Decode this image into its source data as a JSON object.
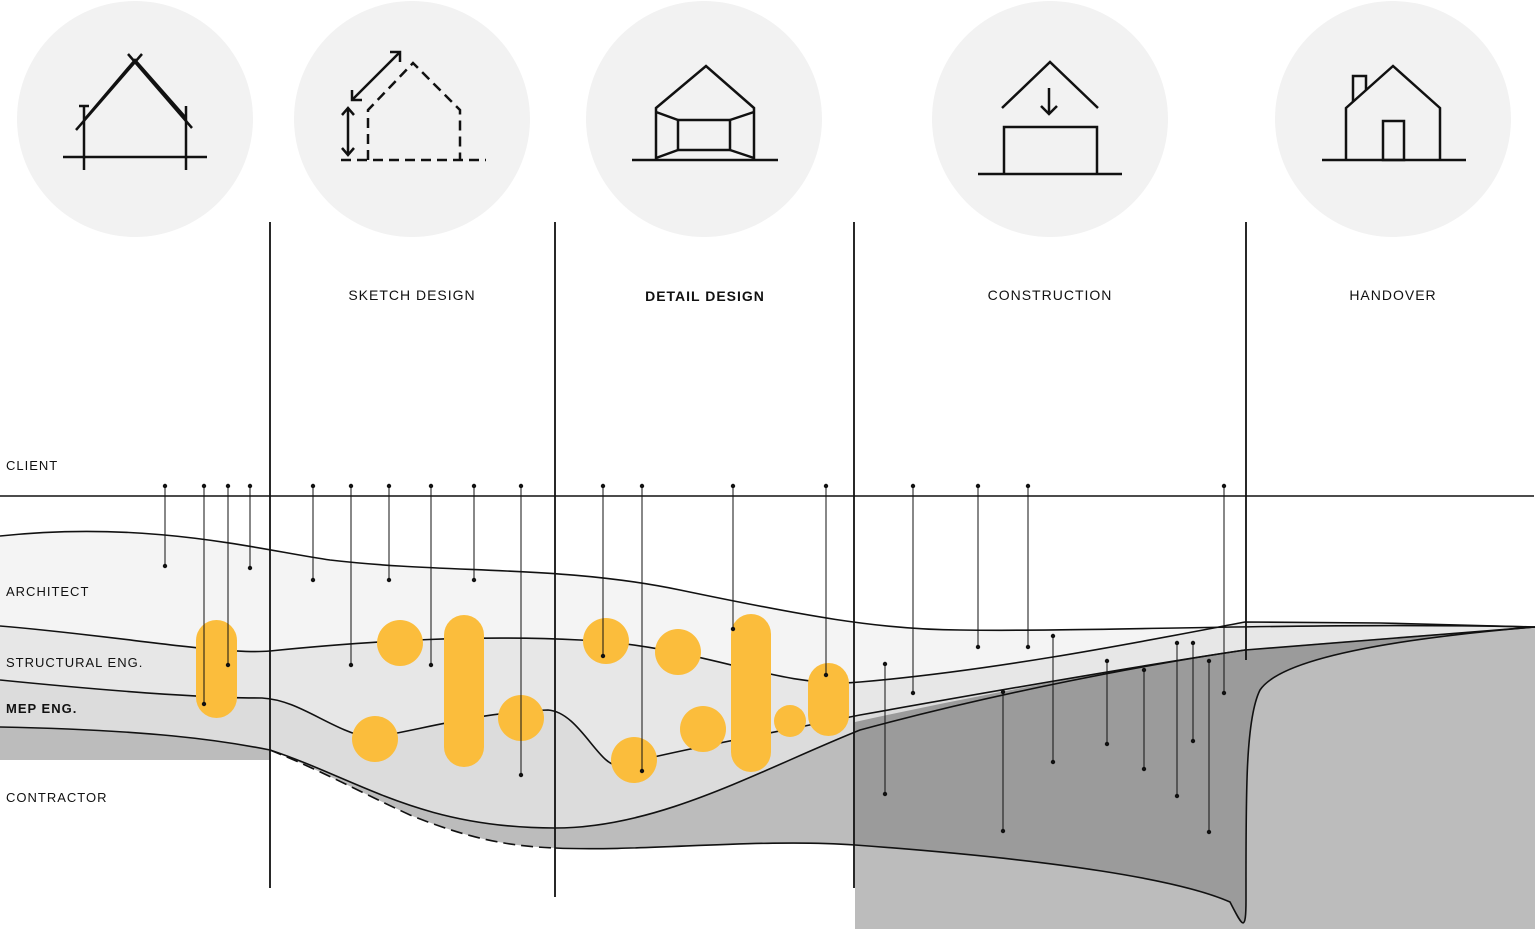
{
  "phases": [
    {
      "label": "",
      "icon": "house-outline-icon"
    },
    {
      "label": "SKETCH DESIGN",
      "icon": "house-sketch-dimensions-icon"
    },
    {
      "label": "DETAIL DESIGN",
      "icon": "house-detail-perspective-icon"
    },
    {
      "label": "CONSTRUCTION",
      "icon": "house-construction-arrow-icon"
    },
    {
      "label": "HANDOVER",
      "icon": "finished-house-icon"
    }
  ],
  "rows": [
    {
      "label": "CLIENT"
    },
    {
      "label": "ARCHITECT"
    },
    {
      "label": "STRUCTURAL ENG."
    },
    {
      "label": "MEP ENG."
    },
    {
      "label": "CONTRACTOR"
    }
  ],
  "colors": {
    "icon_circle": "#f2f2f2",
    "line": "#111111",
    "architect_band": "#f4f4f4",
    "structural_band": "#e7e7e7",
    "mep_band": "#dcdcdc",
    "contractor_band": "#bcbcbc",
    "construction_band": "#9b9b9b",
    "highlight": "#fbbd3c"
  }
}
